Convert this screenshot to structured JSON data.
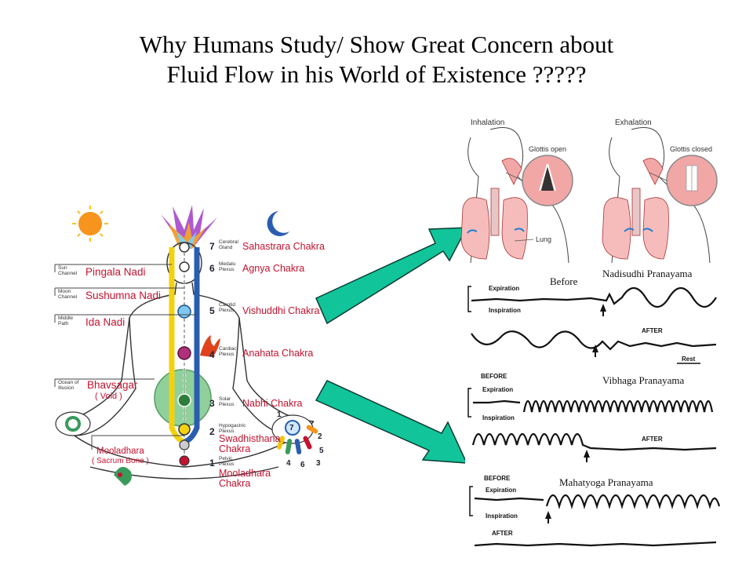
{
  "title": {
    "line1": "Why Humans Study/ Show Great Concern about",
    "line2": "Fluid Flow in his World of Existence ?????"
  },
  "chakra_diagram": {
    "chakras": [
      {
        "number": "7",
        "plexus": "Cerebral Gland",
        "name": "Sahastrara Chakra"
      },
      {
        "number": "6",
        "plexus": "Medalu Plexus",
        "name": "Agnya Chakra"
      },
      {
        "number": "5",
        "plexus": "Carotid Plexus",
        "name": "Vishuddhi Chakra"
      },
      {
        "number": "4",
        "plexus": "Cardiac Plexus",
        "name": "Anahata Chakra"
      },
      {
        "number": "3",
        "plexus": "Solar Plexus",
        "name": "Nabhi Chakra"
      },
      {
        "number": "2",
        "plexus": "Hypogastric Plexus",
        "name": "Swadhisthana Chakra"
      },
      {
        "number": "1",
        "plexus": "Pelvic Plexus",
        "name": "Mooladhara Chakra"
      }
    ],
    "nadis": [
      {
        "channel": "Sun Channel",
        "name": "Pingala Nadi"
      },
      {
        "channel": "Moon Channel",
        "name": "Sushumna Nadi"
      },
      {
        "channel": "Middle Path",
        "name": "Ida Nadi"
      },
      {
        "channel": "Ocean of Illusion",
        "name": "Bhavsagar"
      }
    ],
    "bhavsagar_sub": "( Void )",
    "mooladhara_left": "Mooladhara",
    "mooladhara_left_sub": "( Sacrum Bone )",
    "right_hand_numbers": [
      "1",
      "2",
      "3",
      "4",
      "5",
      "6",
      "7"
    ]
  },
  "breathing": {
    "inhalation": "Inhalation",
    "exhalation": "Exhalation",
    "glottis_open": "Glottis open",
    "glottis_closed": "Glottis closed",
    "lung": "Lung"
  },
  "pranayama": {
    "before": "Before",
    "nadisudhi": "Nadisudhi Pranayama",
    "expiration": "Expiration",
    "inspiration": "Inspiration",
    "after": "AFTER",
    "rest": "Rest",
    "before_caps": "BEFORE",
    "vibhaga": "Vibhaga Pranayama",
    "mahatyoga": "Mahatyoga Pranayama"
  },
  "colors": {
    "arrow_fill": "#12c49a",
    "arrow_stroke": "#0b3d33",
    "chakra_red": "#c4122f",
    "sun": "#f7941d",
    "moon": "#2a5db0"
  }
}
